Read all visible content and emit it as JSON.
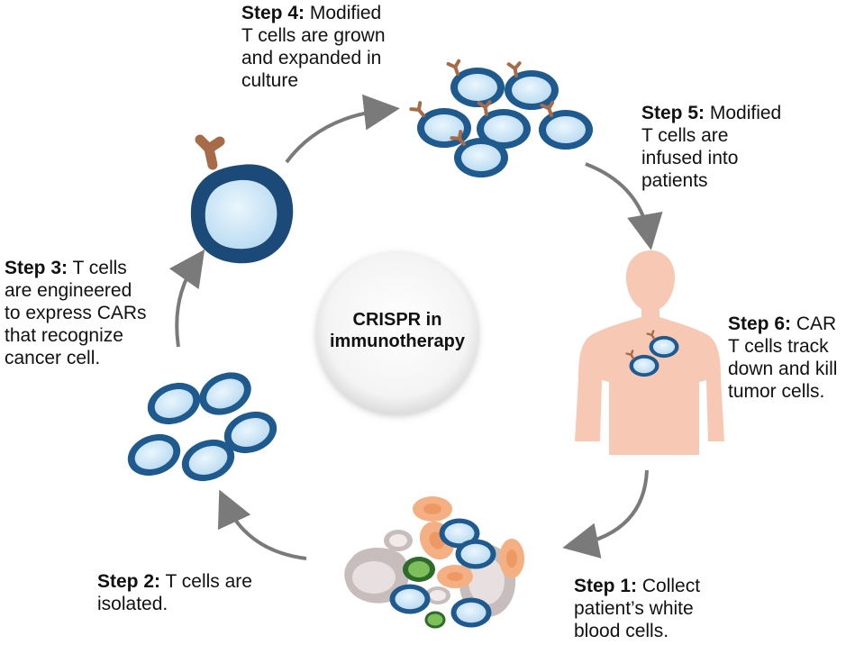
{
  "center": {
    "line1": "CRISPR in",
    "line2": "immunotherapy"
  },
  "steps": [
    {
      "id": "step-4",
      "label": "Step 4:",
      "lines": [
        "Modified",
        "T cells are grown",
        "and expanded in",
        "culture"
      ]
    },
    {
      "id": "step-5",
      "label": "Step 5:",
      "lines": [
        "Modified",
        "T cells are",
        "infused into",
        "patients"
      ]
    },
    {
      "id": "step-3",
      "label": "Step 3:",
      "lines": [
        "T cells",
        "are engineered",
        "to express CARs",
        "that recognize",
        "cancer cell."
      ]
    },
    {
      "id": "step-6",
      "label": "Step 6:",
      "lines": [
        "CAR",
        "T cells track",
        "down and kill",
        "tumor cells."
      ]
    },
    {
      "id": "step-2",
      "label": "Step 2:",
      "lines": [
        "T cells are",
        "isolated."
      ]
    },
    {
      "id": "step-1",
      "label": "Step 1:",
      "lines": [
        "Collect",
        "patient’s white",
        "blood cells."
      ]
    }
  ],
  "colors": {
    "tcell_border": "#1f5a8e",
    "tcell_dark": "#1b4a78",
    "tcell_fill": "#cfe7f8",
    "receptor": "#a86b4a",
    "body": "#f7c8b4",
    "arrow": "#7a7a7a",
    "orange_cell": "#f4b083",
    "green_cell": "#7fbf5a",
    "grey_cell": "#c8bdbd"
  }
}
